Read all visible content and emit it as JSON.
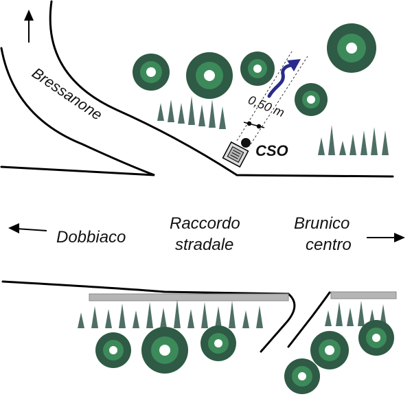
{
  "labels": {
    "bressanone": "Bressanone",
    "dobbiaco": "Dobbiaco",
    "raccordo_line1": "Raccordo",
    "raccordo_line2": "stradale",
    "brunico_line1": "Brunico",
    "brunico_line2": "centro",
    "cso": "CSO",
    "distance": "0,50 m"
  },
  "colors": {
    "tree_outer": "#2f5a45",
    "tree_inner": "#3c8a5a",
    "grass": "#4f6f66",
    "curb": "#b5b5b5",
    "flow_arrow": "#2b2b8c",
    "road_line": "#000000"
  }
}
